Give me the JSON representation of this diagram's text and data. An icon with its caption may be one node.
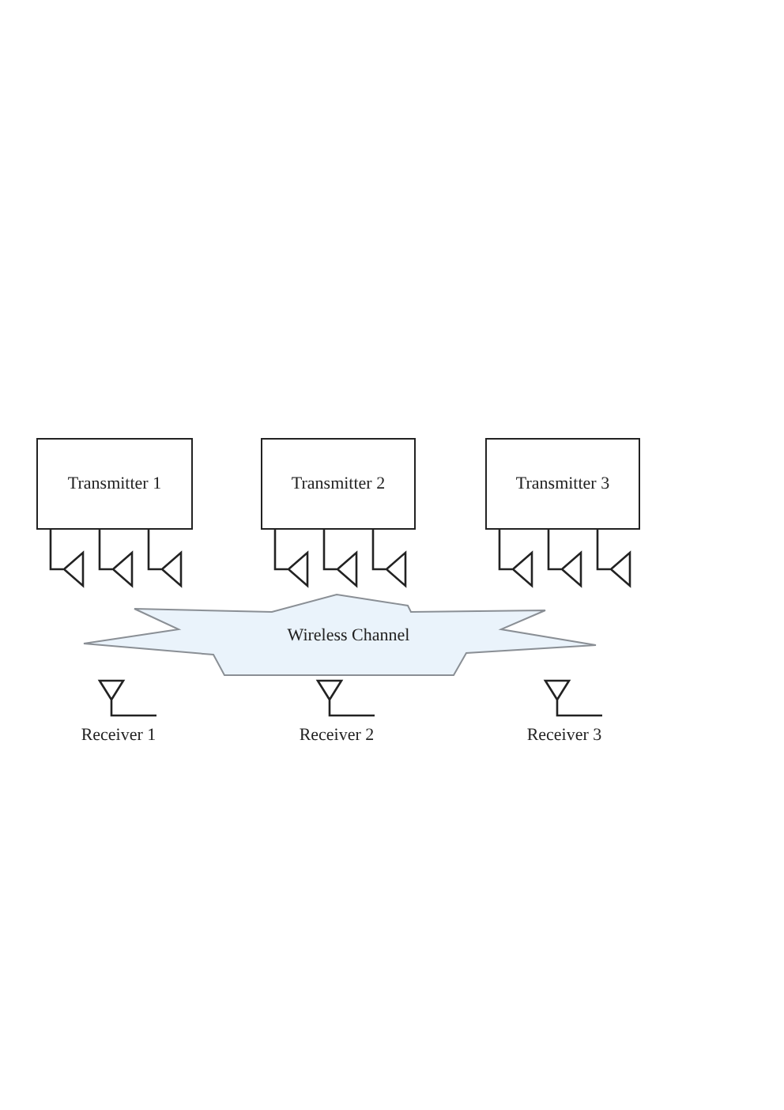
{
  "diagram": {
    "nodes": [
      {
        "text": [
          "Transmitter 1"
        ]
      },
      {
        "text": [
          "Transmitter 2"
        ]
      },
      {
        "text": [
          "Transmitter 3"
        ]
      },
      {
        "text": [],
        "shape": "antenna"
      },
      {
        "text": [],
        "shape": "antenna"
      },
      {
        "text": [],
        "shape": "antenna"
      },
      {
        "text": [],
        "shape": "antenna"
      },
      {
        "text": [],
        "shape": "antenna"
      },
      {
        "text": [],
        "shape": "antenna"
      },
      {
        "text": [],
        "shape": "antenna"
      },
      {
        "text": [],
        "shape": "antenna"
      },
      {
        "text": [],
        "shape": "antenna"
      },
      {
        "text": [
          "Wireless Channel"
        ]
      },
      {
        "text": [
          "Receiver 1"
        ]
      },
      {
        "text": [
          "Receiver 2"
        ]
      },
      {
        "text": [
          "Receiver 3"
        ]
      }
    ],
    "edges": [
      {
        "from": 0,
        "to": 3,
        "arrow": "none"
      },
      {
        "from": 0,
        "to": 4,
        "arrow": "none"
      },
      {
        "from": 0,
        "to": 5,
        "arrow": "none"
      },
      {
        "from": 1,
        "to": 6,
        "arrow": "none"
      },
      {
        "from": 1,
        "to": 7,
        "arrow": "none"
      },
      {
        "from": 1,
        "to": 8,
        "arrow": "none"
      },
      {
        "from": 2,
        "to": 9,
        "arrow": "none"
      },
      {
        "from": 2,
        "to": 10,
        "arrow": "none"
      },
      {
        "from": 2,
        "to": 11,
        "arrow": "none"
      }
    ]
  }
}
